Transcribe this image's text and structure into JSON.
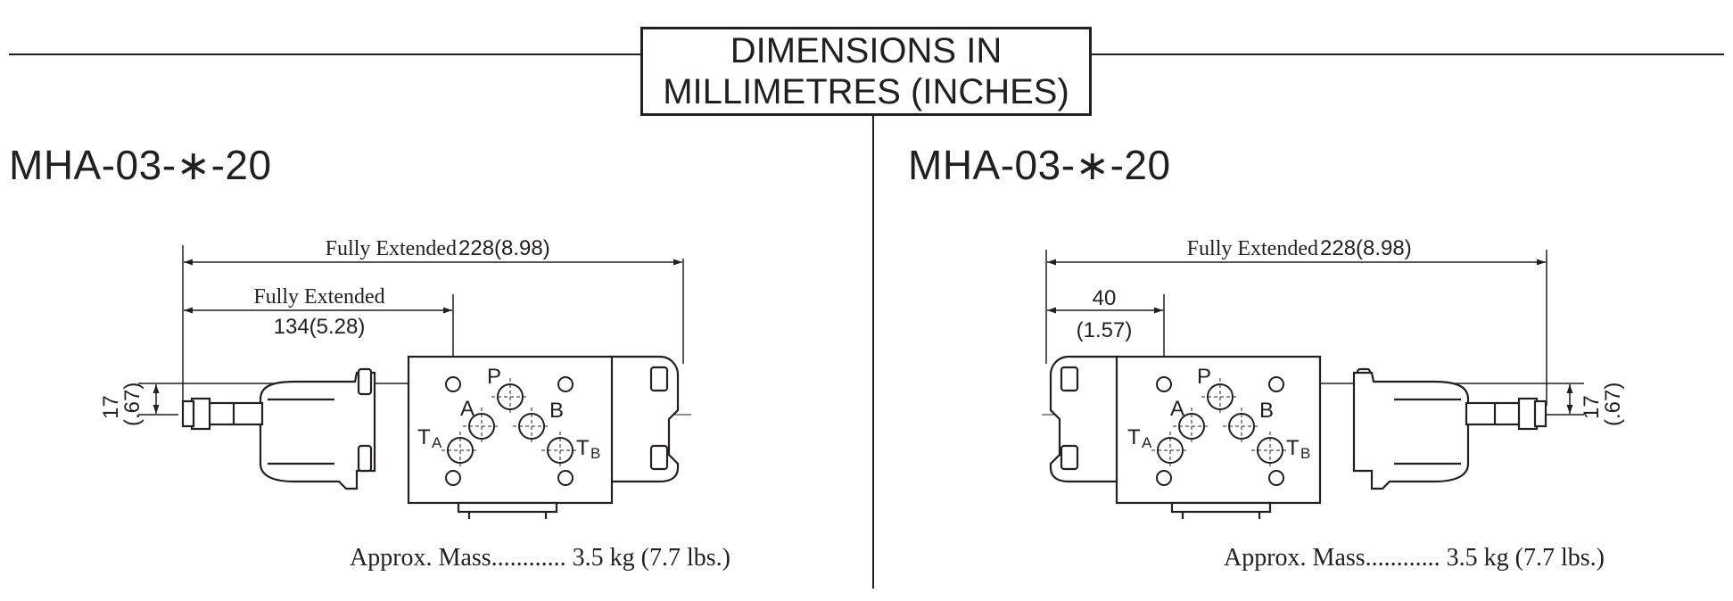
{
  "header": {
    "line1": "DIMENSIONS IN",
    "line2": "MILLIMETRES (INCHES)"
  },
  "left": {
    "model": "MHA-03-∗-20",
    "overall_label": "Fully Extended",
    "overall_value": "228(8.98)",
    "partial_label": "Fully Extended",
    "partial_value": "134(5.28)",
    "side_value_1": "17",
    "side_value_2": "(.67)",
    "ports": {
      "p": "P",
      "a": "A",
      "b": "B",
      "ta": "T",
      "ta_sub": "A",
      "tb": "T",
      "tb_sub": "B"
    },
    "mass": "Approx. Mass............ 3.5 kg (7.7 lbs.)"
  },
  "right": {
    "model": "MHA-03-∗-20",
    "overall_label": "Fully Extended",
    "overall_value": "228(8.98)",
    "partial_value_1": "40",
    "partial_value_2": "(1.57)",
    "side_value_1": "17",
    "side_value_2": "(.67)",
    "ports": {
      "p": "P",
      "a": "A",
      "b": "B",
      "ta": "T",
      "ta_sub": "A",
      "tb": "T",
      "tb_sub": "B"
    },
    "mass": "Approx. Mass............ 3.5 kg (7.7 lbs.)"
  }
}
